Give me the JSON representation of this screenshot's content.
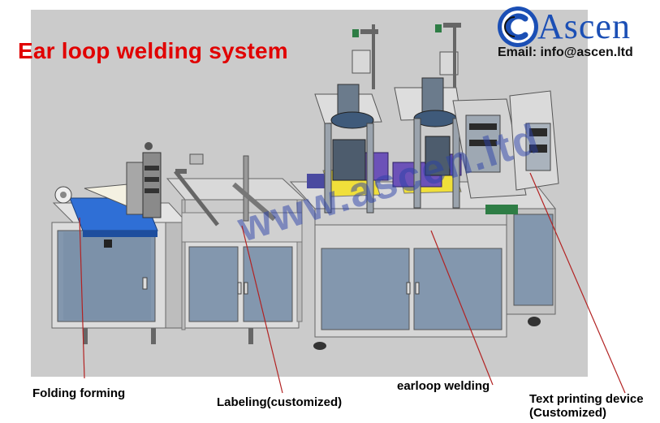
{
  "title": "Ear loop welding system",
  "logo": {
    "brand_text": "Ascen",
    "icon": "ascen-c-logo-icon"
  },
  "email_line": "Email: info@ascen.ltd",
  "watermark": "www.ascen.ltd",
  "callouts": [
    {
      "id": "folding",
      "text": "Folding forming"
    },
    {
      "id": "labeling",
      "text": "Labeling(customized)"
    },
    {
      "id": "earloop",
      "text": "earloop welding"
    },
    {
      "id": "printing",
      "text": "Text printing device\n(Customized)"
    }
  ],
  "colors": {
    "title": "#e10000",
    "brand": "#1b4fb5",
    "leader_line": "#b22222",
    "cabinet": "#8094ab"
  }
}
